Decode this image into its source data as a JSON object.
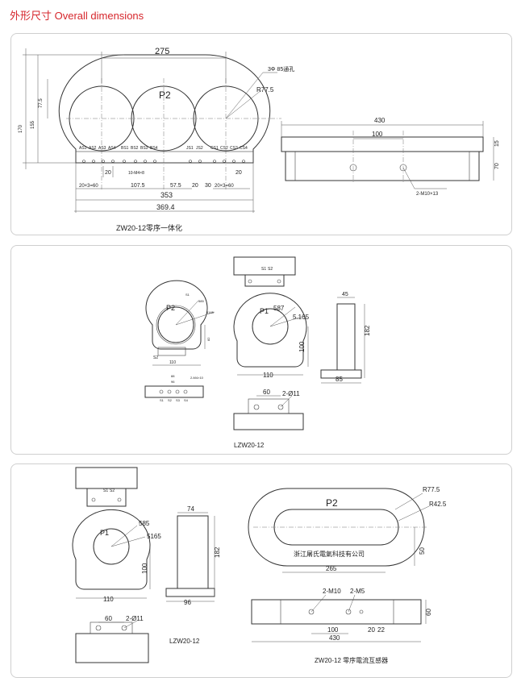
{
  "page_title": "外形尺寸 Overall dimensions",
  "panel1": {
    "top_width": "275",
    "hole_note": "3Φ 85通孔",
    "radius": "R77.5",
    "label_p2": "P2",
    "height_775": "77.5",
    "height_155": "155",
    "height_170": "170",
    "terminals_left": [
      "AS1",
      "AS2",
      "AS3",
      "AS4"
    ],
    "terminals_b": [
      "BS1",
      "BS2",
      "BS3",
      "BS4"
    ],
    "terminals_j": [
      "JS1",
      "JS2"
    ],
    "terminals_c": [
      "CS1",
      "CS2",
      "CS3",
      "CS4"
    ],
    "dim_20_a": "20",
    "dim_m4": "10-M4×8",
    "dim_20x3_left": "20×3=60",
    "dim_1075": "107.5",
    "dim_575": "57.5",
    "dim_20_b": "20",
    "dim_30": "30",
    "dim_20x3_right": "20×3=60",
    "dim_20_c": "20",
    "dim_353": "353",
    "dim_3694": "369.4",
    "caption": "ZW20-12零序一体化",
    "side_430": "430",
    "side_100": "100",
    "side_15": "15",
    "side_70": "70",
    "side_m10": "2-M10×13"
  },
  "panel2": {
    "small_s1": "S1",
    "small_s2": "S2",
    "small_p2": "P2",
    "small_dim_s1": "S2",
    "small_110": "110",
    "small_r": "5165",
    "small_585": "585",
    "small_82": "82",
    "small_bottom_88": "88",
    "small_bottom_96": "96",
    "small_bottom_m4": "2-M4×10",
    "small_bottom_terms": [
      "S1",
      "S2",
      "S3",
      "S4"
    ],
    "p1_label": "P1",
    "d587": "587",
    "d5165": "5.165",
    "d100": "100",
    "d110": "110",
    "side_45": "45",
    "side_182": "182",
    "side_85": "85",
    "base_60": "60",
    "base_holes": "2-Ø11",
    "top_s1": "S1",
    "top_s2": "S2",
    "caption": "LZW20-12"
  },
  "panel3": {
    "top_s1": "S1",
    "top_s2": "S2",
    "p1_label": "P1",
    "d585": "585",
    "d5165": "5165",
    "d100": "100",
    "d110": "110",
    "side_74": "74",
    "side_182": "182",
    "side_96": "96",
    "base_60": "60",
    "base_holes": "2-Ø11",
    "caption_left": "LZW20-12",
    "oval_p2": "P2",
    "oval_r775": "R77.5",
    "oval_r425": "R42.5",
    "company": "浙江屠氏電氣科技有公司",
    "oval_50": "50",
    "oval_265": "265",
    "bar_m10": "2-M10",
    "bar_m5": "2-M5",
    "bar_100": "100",
    "bar_20": "20",
    "bar_22": "22",
    "bar_60": "60",
    "bar_430": "430",
    "caption_right": "ZW20-12 零序電流互感器"
  }
}
